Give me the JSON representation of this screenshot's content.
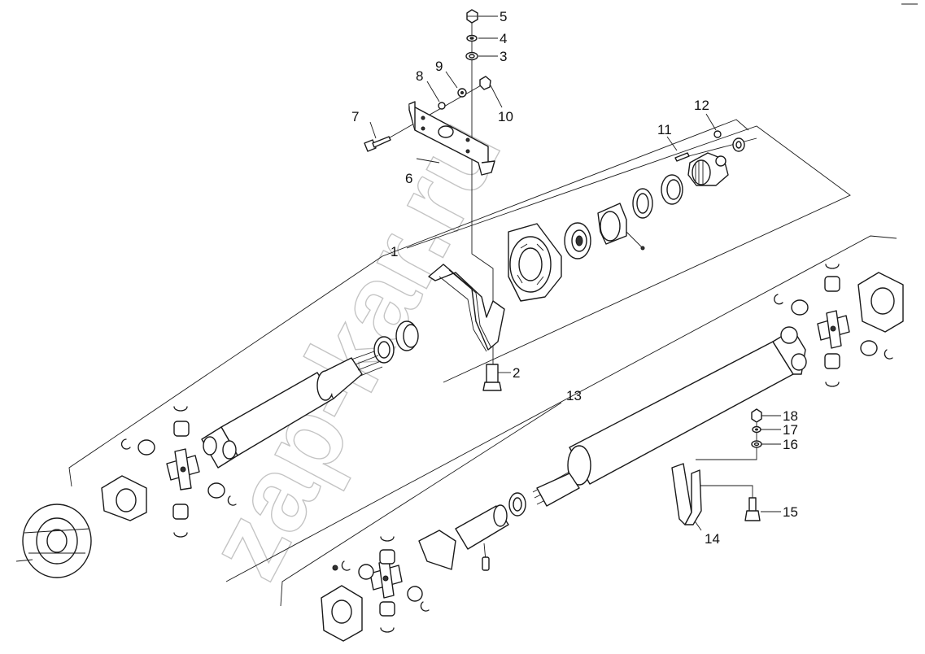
{
  "diagram": {
    "watermark": "zap-kar.ru",
    "callouts": [
      {
        "id": "c1",
        "text": "1"
      },
      {
        "id": "c2",
        "text": "2"
      },
      {
        "id": "c3",
        "text": "3"
      },
      {
        "id": "c4",
        "text": "4"
      },
      {
        "id": "c5",
        "text": "5"
      },
      {
        "id": "c6",
        "text": "6"
      },
      {
        "id": "c7",
        "text": "7"
      },
      {
        "id": "c8",
        "text": "8"
      },
      {
        "id": "c9",
        "text": "9"
      },
      {
        "id": "c10",
        "text": "10"
      },
      {
        "id": "c11",
        "text": "11"
      },
      {
        "id": "c12",
        "text": "12"
      },
      {
        "id": "c13",
        "text": "13"
      },
      {
        "id": "c14",
        "text": "14"
      },
      {
        "id": "c15",
        "text": "15"
      },
      {
        "id": "c16",
        "text": "16"
      },
      {
        "id": "c17",
        "text": "17"
      },
      {
        "id": "c18",
        "text": "18"
      }
    ]
  }
}
